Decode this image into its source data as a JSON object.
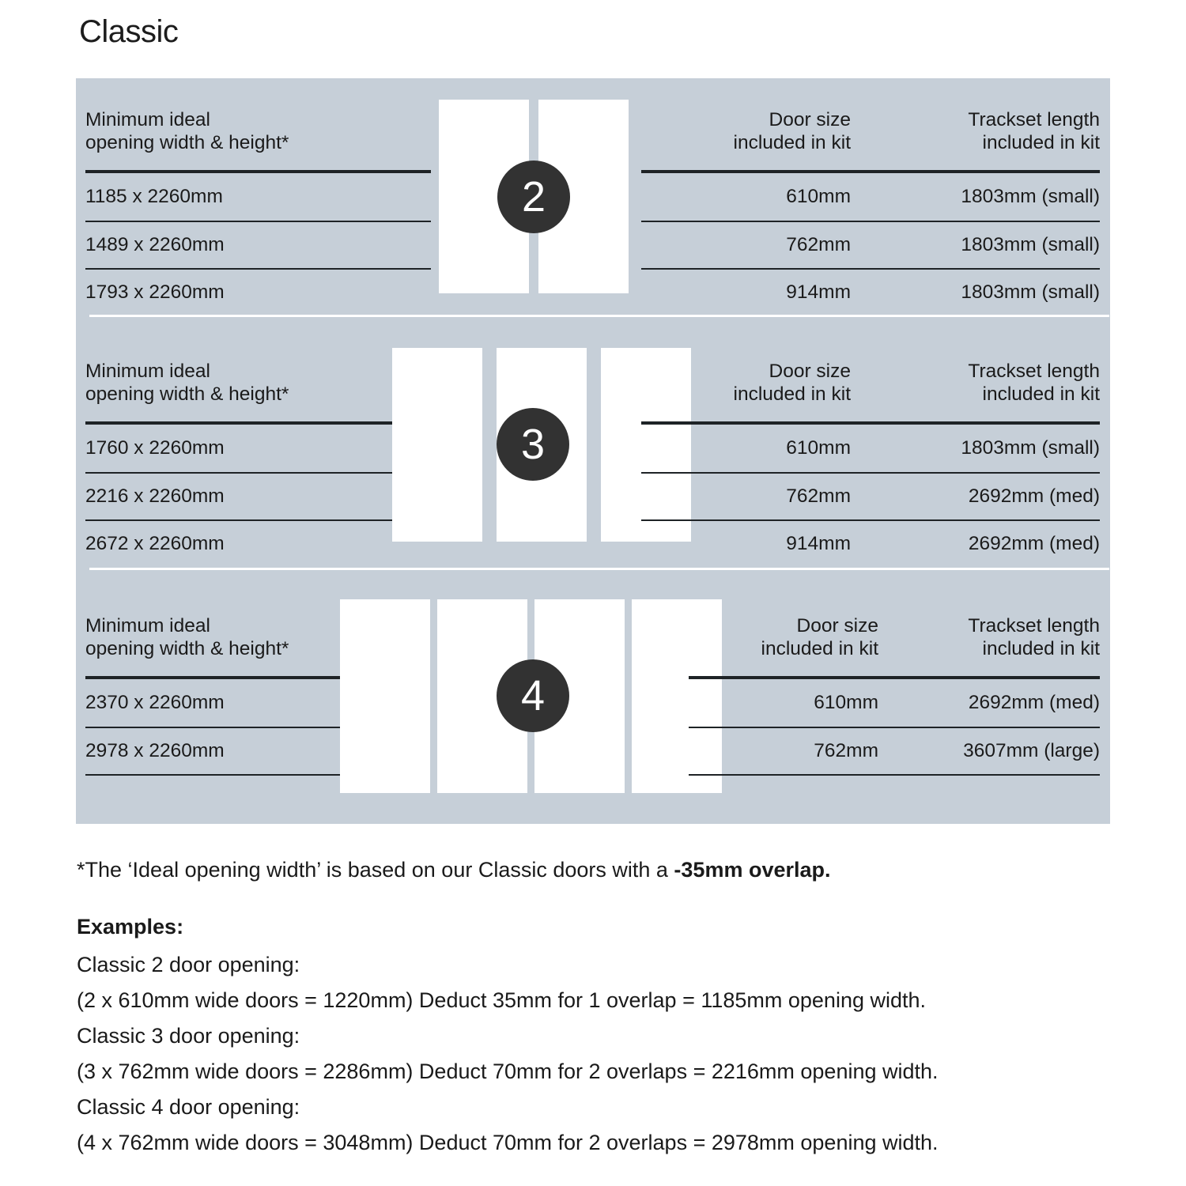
{
  "title": "Classic",
  "columns": {
    "left_header": "Minimum ideal\nopening width & height*",
    "door_size_header": "Door size\nincluded in kit",
    "trackset_header": "Trackset length\nincluded in kit"
  },
  "sections": [
    {
      "door_count": "2",
      "badge_label": "2",
      "rows": [
        {
          "opening": "1185 x 2260mm",
          "door_size": "610mm",
          "trackset": "1803mm (small)"
        },
        {
          "opening": "1489 x 2260mm",
          "door_size": "762mm",
          "trackset": "1803mm (small)"
        },
        {
          "opening": "1793 x 2260mm",
          "door_size": "914mm",
          "trackset": "1803mm (small)"
        }
      ]
    },
    {
      "door_count": "3",
      "badge_label": "3",
      "rows": [
        {
          "opening": "1760 x 2260mm",
          "door_size": "610mm",
          "trackset": "1803mm (small)"
        },
        {
          "opening": "2216 x 2260mm",
          "door_size": "762mm",
          "trackset": "2692mm (med)"
        },
        {
          "opening": "2672 x 2260mm",
          "door_size": "914mm",
          "trackset": "2692mm (med)"
        }
      ]
    },
    {
      "door_count": "4",
      "badge_label": "4",
      "rows": [
        {
          "opening": "2370 x 2260mm",
          "door_size": "610mm",
          "trackset": "2692mm (med)"
        },
        {
          "opening": "2978 x 2260mm",
          "door_size": "762mm",
          "trackset": "3607mm (large)"
        }
      ]
    }
  ],
  "footnote": {
    "text_before": "*The ‘Ideal opening width’ is based on our Classic doors with a ",
    "text_bold": "-35mm overlap."
  },
  "examples": {
    "heading": "Examples:",
    "lines": [
      "Classic 2 door opening:",
      "(2 x 610mm wide doors = 1220mm)  Deduct 35mm for 1 overlap = 1185mm opening width.",
      "Classic 3 door opening:",
      "(3 x 762mm wide doors = 2286mm)  Deduct 70mm for 2 overlaps = 2216mm opening width.",
      "Classic 4 door opening:",
      "(4 x 762mm wide doors = 3048mm)  Deduct 70mm for 2 overlaps = 2978mm opening width."
    ]
  },
  "colors": {
    "panel_background": "#c6cfd8",
    "door_fill": "#ffffff",
    "badge_fill": "#323232",
    "rule": "#1e2326",
    "text": "#1a1a1a"
  }
}
